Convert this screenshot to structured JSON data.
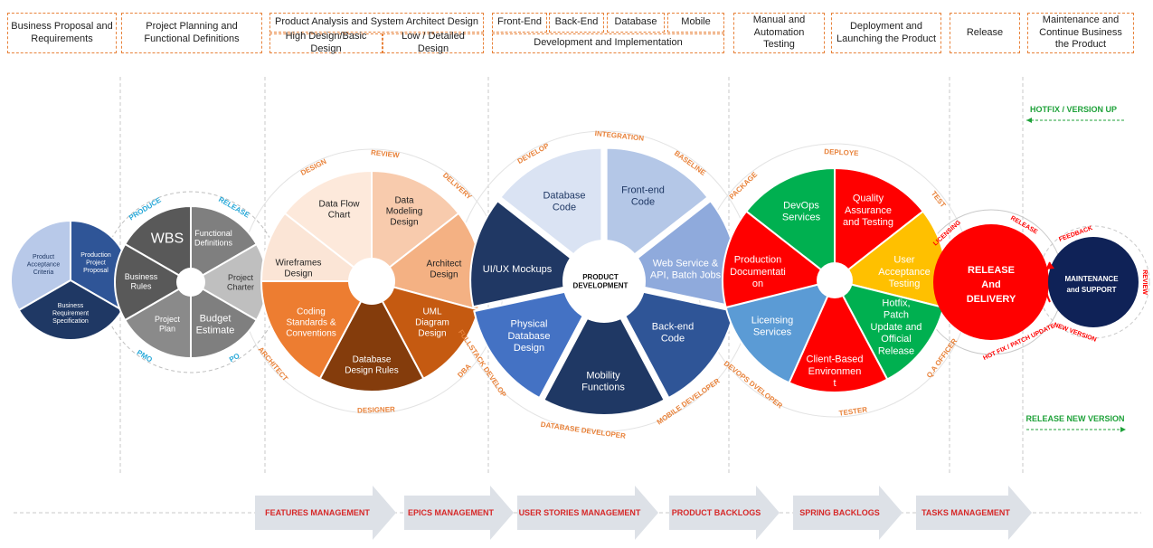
{
  "phases": {
    "p1": "Business Proposal and Requirements",
    "p2": "Project Planning and Functional Definitions",
    "p3_title": "Product Analysis and System Architect Design",
    "p3_high": "High Design/Basic Design",
    "p3_low": "Low / Detailed Design",
    "p4_front": "Front-End",
    "p4_back": "Back-End",
    "p4_db": "Database",
    "p4_mobile": "Mobile",
    "p4_title": "Development and Implementation",
    "p5": "Manual and Automation Testing",
    "p6": "Deployment and Launching the Product",
    "p7": "Release",
    "p8": "Maintenance and Continue Business the Product"
  },
  "wheel1": {
    "seg_acceptance": [
      "Product",
      "Acceptance",
      "Criteria"
    ],
    "seg_proposal": [
      "Production",
      "Project",
      "Proposal"
    ],
    "seg_spec": [
      "Business",
      "Requirement",
      "Specification"
    ]
  },
  "wheel2": {
    "wbs": "WBS",
    "functional": [
      "Functional",
      "Definitions"
    ],
    "charter": [
      "Project",
      "Charter"
    ],
    "budget": [
      "Budget",
      "Estimate"
    ],
    "plan": [
      "Project",
      "Plan"
    ],
    "rules": [
      "Business",
      "Rules"
    ],
    "ring_produce": "PRODUCE",
    "ring_release": "RELEASE",
    "ring_pmo": "PMO",
    "ring_po": "PO"
  },
  "wheel3": {
    "dataflow": [
      "Data Flow",
      "Chart"
    ],
    "datamodel": [
      "Data",
      "Modeling",
      "Design"
    ],
    "architect": [
      "Architect",
      "Design"
    ],
    "uml": [
      "UML",
      "Diagram",
      "Design"
    ],
    "dbrules": [
      "Database",
      "Design Rules"
    ],
    "coding": [
      "Coding",
      "Standards &",
      "Conventions"
    ],
    "wireframes": [
      "Wireframes",
      "Design"
    ],
    "ring_design": "DESIGN",
    "ring_review": "REVIEW",
    "ring_delivery": "DELIVERY",
    "ring_architect": "ARCHITECT",
    "ring_designer": "DESIGNER",
    "ring_dba": "DBA"
  },
  "wheel4": {
    "center": [
      "PRODUCT",
      "DEVELOPMENT"
    ],
    "dbcode": [
      "Database",
      "Code"
    ],
    "frontend": [
      "Front-end",
      "Code"
    ],
    "webservice": [
      "Web Service &",
      "API, Batch Jobs"
    ],
    "backend": [
      "Back-end",
      "Code"
    ],
    "mobility": [
      "Mobility",
      "Functions"
    ],
    "physicaldb": [
      "Physical",
      "Database",
      "Design"
    ],
    "uiux": [
      "UI/UX Mockups"
    ],
    "ring_develop": "DEVELOP",
    "ring_integration": "INTEGRATION",
    "ring_baseline": "BASELINE",
    "ring_fullstack": "FULLSTACK DEVELOP",
    "ring_dbdev": "DATABASE DEVELOPER",
    "ring_mobiledev": "MOBILE DEVELOPER"
  },
  "wheel5": {
    "devops": [
      "DevOps",
      "Services"
    ],
    "quality": [
      "Quality",
      "Assurance",
      "and Testing"
    ],
    "uat": [
      "User",
      "Acceptance",
      "Testing"
    ],
    "hotfix": [
      "Hotfix,",
      "Patch",
      "Update and",
      "Official",
      "Release"
    ],
    "client": [
      "Client-Based",
      "Environmen",
      "t"
    ],
    "licensing": [
      "Licensing",
      "Services"
    ],
    "production": [
      "Production",
      "Documentati",
      "on"
    ],
    "ring_package": "PACKAGE",
    "ring_deploye": "DEPLOYE",
    "ring_test": "TEST",
    "ring_devops": "DEVOPS DVELOPER",
    "ring_tester": "TESTER",
    "ring_qa": "Q.A OFFICER"
  },
  "release": {
    "label": [
      "RELEASE",
      "And",
      "DELIVERY"
    ],
    "ring_licensing": "LICENSING",
    "ring_release": "RELEASE",
    "ring_hotfix": "HOT FIX / PATCH UPDATE"
  },
  "maintenance": {
    "label": [
      "MAINTENANCE",
      "and SUPPORT"
    ],
    "ring_feedback": "FEEDBACK",
    "ring_review": "REVIEW",
    "ring_newversion": "NEW VERSION"
  },
  "side": {
    "hotfix_version": "HOTFIX / VERSION UP",
    "release_new": "RELEASE NEW VERSION"
  },
  "arrows": [
    "FEATURES MANAGEMENT",
    "EPICS MANAGEMENT",
    "USER STORIES MANAGEMENT",
    "PRODUCT BACKLOGS",
    "SPRING BACKLOGS",
    "TASKS MANAGEMENT"
  ],
  "colors": {
    "orange_accent": "#e8823a",
    "arrow_text": "#d62828",
    "green_accent": "#1fa23a",
    "cyan_accent": "#27a8d8",
    "red": "#ff0000",
    "navy": "#0f2257"
  }
}
